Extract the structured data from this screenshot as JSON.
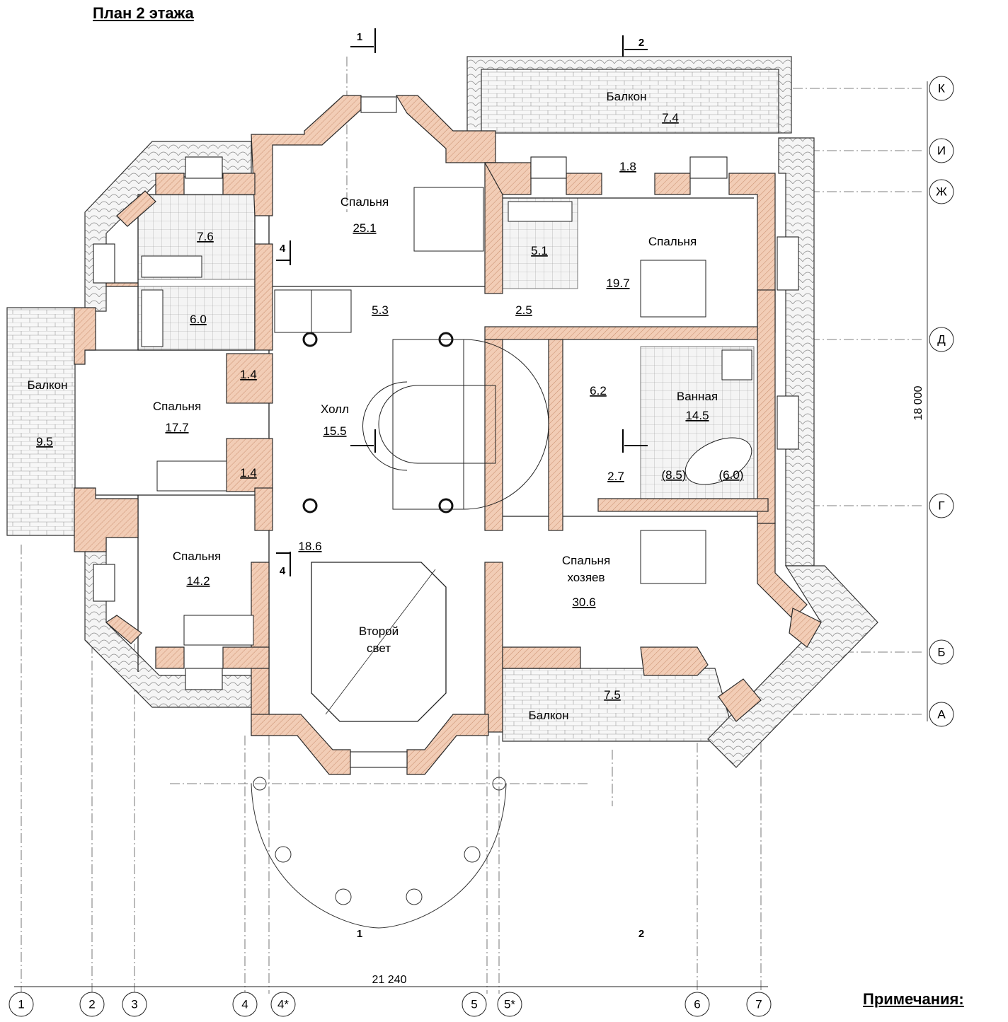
{
  "title": "План 2 этажа",
  "notes_label": "Примечания:",
  "colors": {
    "wall": "#f2cdb6",
    "wall_stroke": "#2a2a2a",
    "tile": "#d9d9d9",
    "line": "#333333"
  },
  "rooms": [
    {
      "name": "Спальня",
      "area": "25.1"
    },
    {
      "name": "Спальня",
      "area": "19.7"
    },
    {
      "name": "Спальня",
      "area": "17.7"
    },
    {
      "name": "Спальня",
      "area": "14.2"
    },
    {
      "name": "Спальня хозяев",
      "area": "30.6"
    },
    {
      "name": "Холл",
      "area": "15.5"
    },
    {
      "name": "Ванная",
      "area": "14.5"
    },
    {
      "name": "Балкон",
      "area": "7.4"
    },
    {
      "name": "Балкон",
      "area": "9.5"
    },
    {
      "name": "Балкон",
      "area": "7.5"
    },
    {
      "name": "Второй свет",
      "area": ""
    }
  ],
  "small_areas": [
    "7.6",
    "6.0",
    "5.1",
    "1.8",
    "5.3",
    "2.5",
    "6.2",
    "1.4",
    "1.4",
    "2.7",
    "(8.5)",
    "(6.0)",
    "18.6"
  ],
  "axes_letters": [
    "К",
    "И",
    "Ж",
    "Д",
    "Г",
    "Б",
    "А"
  ],
  "axes_numbers": [
    "1",
    "2",
    "3",
    "4",
    "4*",
    "5",
    "5*",
    "6",
    "7"
  ],
  "dimensions": {
    "width": "21 240",
    "height": "18 000"
  },
  "sections": [
    "1",
    "2",
    "4"
  ]
}
